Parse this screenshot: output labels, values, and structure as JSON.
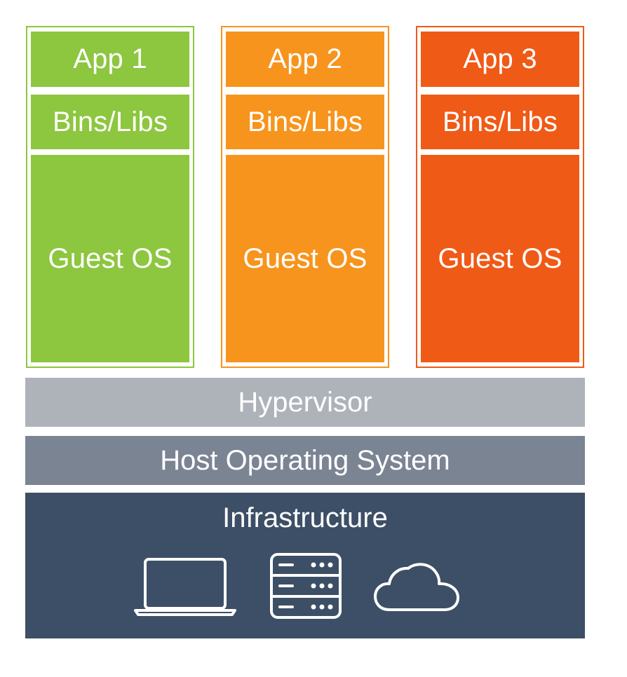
{
  "colors": {
    "vm_1": "#8dc63f",
    "vm_2": "#f7941d",
    "vm_3": "#ef5a16",
    "hypervisor": "#aeb3ba",
    "host_os": "#7b8493",
    "infrastructure": "#3d4f66",
    "text": "#ffffff"
  },
  "vms": [
    {
      "app": "App 1",
      "bins": "Bins/Libs",
      "os": "Guest OS"
    },
    {
      "app": "App 2",
      "bins": "Bins/Libs",
      "os": "Guest OS"
    },
    {
      "app": "App 3",
      "bins": "Bins/Libs",
      "os": "Guest OS"
    }
  ],
  "hypervisor": {
    "label": "Hypervisor"
  },
  "host_os": {
    "label": "Host Operating System"
  },
  "infrastructure": {
    "label": "Infrastructure",
    "icons": [
      "laptop-icon",
      "server-icon",
      "cloud-icon"
    ]
  }
}
